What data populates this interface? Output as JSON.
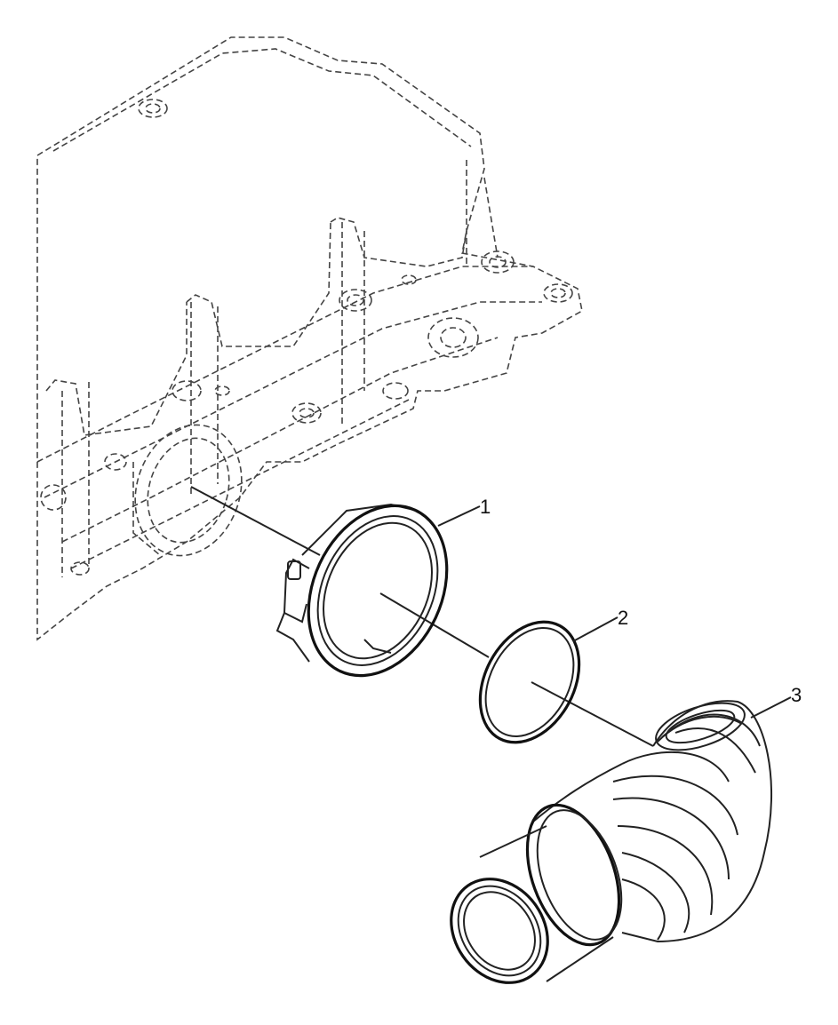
{
  "callouts": [
    {
      "label": "1",
      "part": "clamp"
    },
    {
      "label": "2",
      "part": "gasket-ring"
    },
    {
      "label": "3",
      "part": "elbow-pipe"
    }
  ]
}
